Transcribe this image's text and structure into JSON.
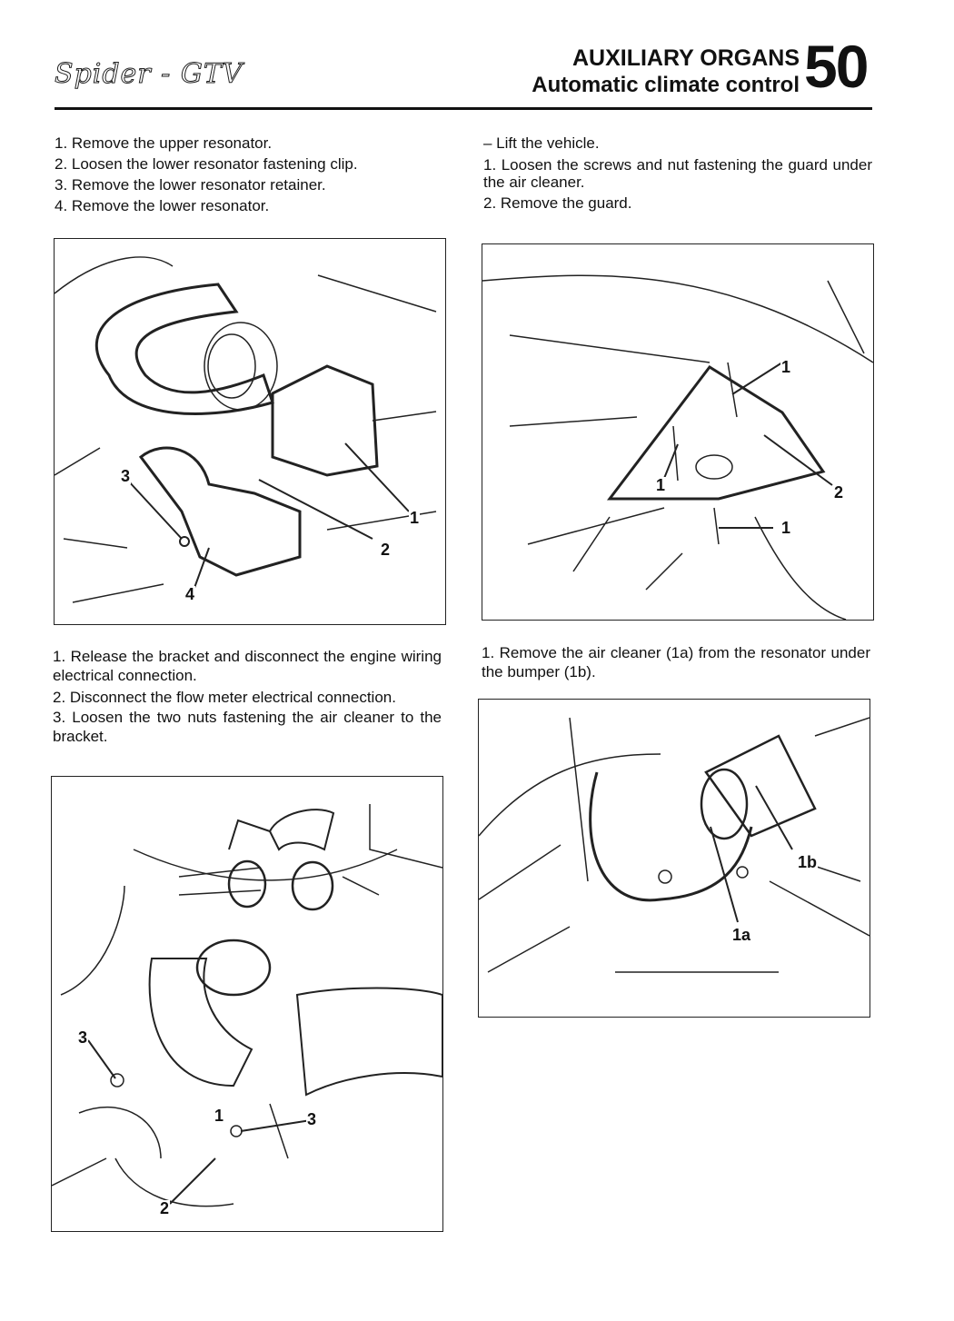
{
  "header": {
    "logo": "Spider - GTV",
    "section_title": "AUXILIARY ORGANS",
    "subtitle": "Automatic climate control",
    "section_number": "50"
  },
  "col_left_top": [
    "1. Remove the upper resonator.",
    "2. Loosen the lower resonator fastening clip.",
    "3. Remove the lower resonator retainer.",
    "4. Remove the lower resonator."
  ],
  "col_right_top": [
    "– Lift the vehicle.",
    "1. Loosen the screws and nut fastening the guard under the air cleaner.",
    "2. Remove the guard."
  ],
  "col_left_mid": [
    "1. Release the bracket and disconnect the engine wiring electrical connection.",
    "2. Disconnect the flow meter electrical connection.",
    "3. Loosen the two nuts fastening the air cleaner to the bracket."
  ],
  "col_right_mid": [
    "1. Remove the air cleaner (1a) from the resonator under the bumper (1b)."
  ],
  "figures": {
    "fig1": {
      "callouts": [
        "1",
        "2",
        "3",
        "4"
      ]
    },
    "fig2": {
      "callouts": [
        "1",
        "2",
        "1"
      ]
    },
    "fig3": {
      "callouts": [
        "1",
        "3",
        "3",
        "2"
      ]
    },
    "fig4": {
      "callouts": [
        "1b",
        "1a"
      ]
    }
  }
}
